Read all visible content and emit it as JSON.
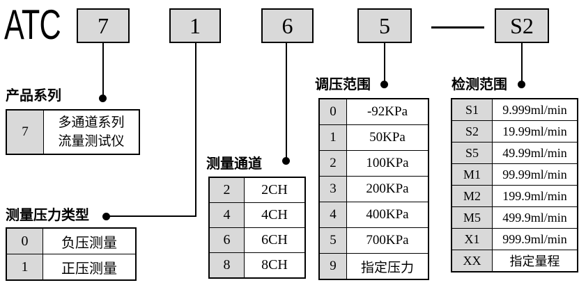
{
  "product_code": {
    "prefix": "ATC",
    "boxes": [
      "7",
      "1",
      "6",
      "5",
      "S2"
    ],
    "separator": "—"
  },
  "colors": {
    "box_fill": "#d9d9d9",
    "line": "#000000",
    "background": "#ffffff"
  },
  "sections": [
    {
      "heading": "产品系列",
      "rows": [
        {
          "key": "7",
          "value_line1": "多通道系列",
          "value_line2": "流量测试仪"
        }
      ]
    },
    {
      "heading": "测量压力类型",
      "rows": [
        {
          "key": "0",
          "value": "负压测量"
        },
        {
          "key": "1",
          "value": "正压测量"
        }
      ]
    },
    {
      "heading": "测量通道",
      "rows": [
        {
          "key": "2",
          "value": "2CH"
        },
        {
          "key": "4",
          "value": "4CH"
        },
        {
          "key": "6",
          "value": "6CH"
        },
        {
          "key": "8",
          "value": "8CH"
        }
      ]
    },
    {
      "heading": "调压范围",
      "rows": [
        {
          "key": "0",
          "value": "-92KPa"
        },
        {
          "key": "1",
          "value": "50KPa"
        },
        {
          "key": "2",
          "value": "100KPa"
        },
        {
          "key": "3",
          "value": "200KPa"
        },
        {
          "key": "4",
          "value": "400KPa"
        },
        {
          "key": "5",
          "value": "700KPa"
        },
        {
          "key": "9",
          "value": "指定压力"
        }
      ]
    },
    {
      "heading": "检测范围",
      "rows": [
        {
          "key": "S1",
          "value": "9.999ml/min"
        },
        {
          "key": "S2",
          "value": "19.99ml/min"
        },
        {
          "key": "S5",
          "value": "49.99ml/min"
        },
        {
          "key": "M1",
          "value": "99.99ml/min"
        },
        {
          "key": "M2",
          "value": "199.9ml/min"
        },
        {
          "key": "M5",
          "value": "499.9ml/min"
        },
        {
          "key": "X1",
          "value": "999.9ml/min"
        },
        {
          "key": "XX",
          "value": "指定量程"
        }
      ]
    }
  ]
}
